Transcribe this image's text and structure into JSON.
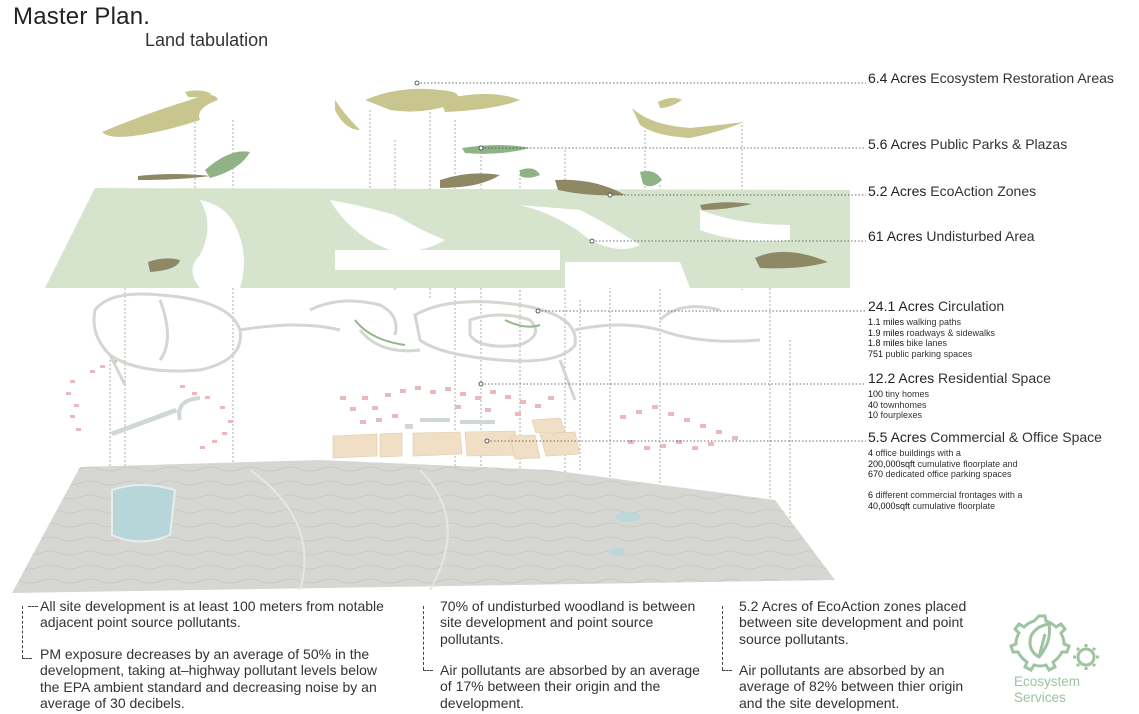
{
  "header": {
    "title": "Master Plan.",
    "subtitle": "Land tabulation"
  },
  "layers": [
    {
      "acres": "6.4 Acres",
      "label": "Ecosystem Restoration Areas",
      "color": "#c8c58f"
    },
    {
      "acres": "5.6 Acres",
      "label": "Public Parks & Plazas",
      "color": "#8fb387"
    },
    {
      "acres": "5.2 Acres",
      "label": "EcoAction Zones",
      "color": "#8e8865"
    },
    {
      "acres": "61 Acres",
      "label": "Undisturbed Area",
      "color": "#d4e3cc"
    },
    {
      "acres": "24.1 Acres",
      "label": "Circulation",
      "color": "#cfd5cc",
      "details": [
        {
          "value": "1.1 miles",
          "text": " walking paths"
        },
        {
          "value": "1.9 miles",
          "text": " roadways & sidewalks"
        },
        {
          "value": "1.8 miles",
          "text": " bike lanes"
        },
        {
          "value": "751",
          "text": " public parking spaces"
        }
      ]
    },
    {
      "acres": "12.2 Acres",
      "label": "Residential Space",
      "color": "#e7b6b9",
      "details": [
        {
          "value": "100",
          "text": " tiny homes"
        },
        {
          "value": "40",
          "text": " townhomes"
        },
        {
          "value": "10",
          "text": " fourplexes"
        }
      ]
    },
    {
      "acres": "5.5 Acres",
      "label": "Commercial & Office Space",
      "color": "#efdcc0",
      "details": [
        {
          "value": "4",
          "text": " office buildings with a"
        },
        {
          "value": "200,000sqft",
          "text": " cumulative floorplate and"
        },
        {
          "value": "670",
          "text": " dedicated office parking spaces"
        },
        {
          "value": "",
          "text": ""
        },
        {
          "value": "6",
          "text": " different commercial frontages with a"
        },
        {
          "value": "40,000sqft",
          "text": " cumulative floorplate"
        }
      ]
    }
  ],
  "notes": {
    "col1": [
      "All site development is at least 100 meters from notable adjacent point source pollutants.",
      "PM exposure decreases by an average of 50% in the development, taking at–highway pollutant levels below the EPA ambient standard and decreasing noise by an average of 30 decibels."
    ],
    "col2": [
      "70% of undisturbed woodland is between site development and point source pollutants.",
      "Air pollutants are absorbed by an average of 17% between their origin and the development."
    ],
    "col3": [
      "5.2 Acres of EcoAction zones placed between site development and point source pollutants.",
      "Air pollutants are absorbed by an average of 82% between thier origin and the site development."
    ]
  },
  "badge": {
    "icon": "leaf-gear-icon",
    "line1": "Ecosystem",
    "line2": "Services",
    "color": "#9dc3a0"
  }
}
